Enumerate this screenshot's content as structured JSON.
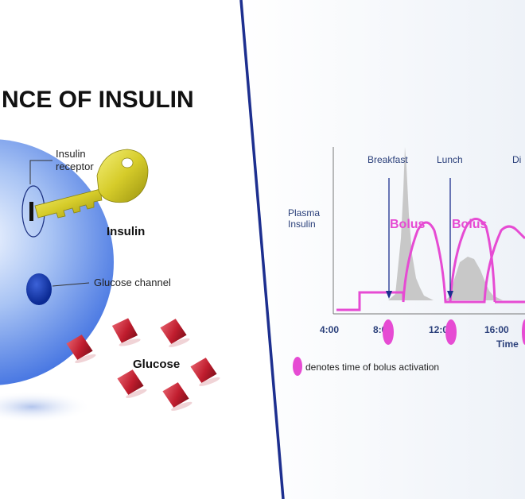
{
  "left_panel": {
    "title": "NCE OF INSULIN",
    "labels": {
      "receptor_line1": "Insulin",
      "receptor_line2": "receptor",
      "insulin": "Insulin",
      "glucose_channel": "Glucose channel",
      "glucose": "Glucose"
    }
  },
  "chart_data": {
    "type": "area",
    "ylabel_line1": "Plasma",
    "ylabel_line2": "Insulin",
    "xlabel": "Time",
    "x_ticks": [
      "4:00",
      "8:00",
      "12:00",
      "16:00"
    ],
    "meal_labels": [
      "Breakfast",
      "Lunch",
      "Di"
    ],
    "bolus_labels": [
      "Bolus",
      "Bolus"
    ],
    "legend": "denotes time of bolus activation",
    "colors": {
      "area": "#c8c8c8",
      "bolus": "#e64bd3",
      "axis": "#2a3f7a"
    }
  }
}
